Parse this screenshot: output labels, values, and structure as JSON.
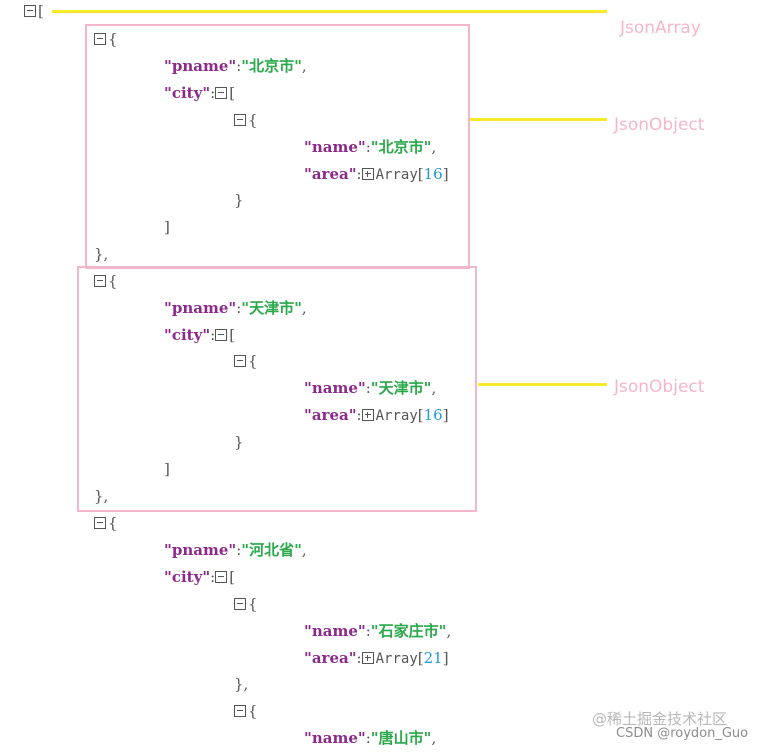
{
  "annotations": {
    "array_label": "JsonArray",
    "object_label_1": "JsonObject",
    "object_label_2": "JsonObject"
  },
  "json": {
    "open_array": "[",
    "open_obj": "{",
    "close_obj": "}",
    "close_obj_comma": "},",
    "close_array": "]",
    "quote": "\"",
    "colon": ":",
    "comma": ",",
    "keys": {
      "pname": "pname",
      "city": "city",
      "name": "name",
      "area": "area"
    },
    "array_type": "Array",
    "bracket_open": "[",
    "bracket_close": "]",
    "provinces": [
      {
        "pname": "北京市",
        "cities": [
          {
            "name": "北京市",
            "area_count": "16"
          }
        ]
      },
      {
        "pname": "天津市",
        "cities": [
          {
            "name": "天津市",
            "area_count": "16"
          }
        ]
      },
      {
        "pname": "河北省",
        "cities": [
          {
            "name": "石家庄市",
            "area_count": "21"
          },
          {
            "name": "唐山市"
          }
        ]
      }
    ]
  },
  "watermark": {
    "line1": "@稀土掘金技术社区",
    "line2": "CSDN @roydon_Guo"
  },
  "colors": {
    "key": "#8b2a8b",
    "string": "#2aa84a",
    "number": "#1e9ad6",
    "annotation": "#f4b6cc",
    "highlight_line": "#f7ea2a"
  }
}
